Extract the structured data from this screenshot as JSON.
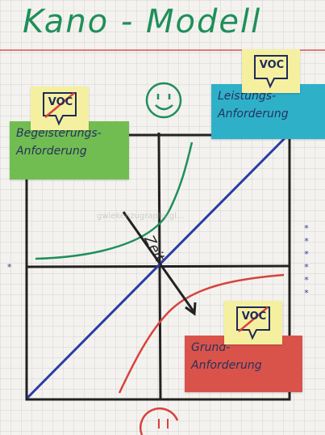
{
  "title": "Kano - Modell",
  "notes": {
    "leistung": [
      "Leistungs-",
      "Anforderung"
    ],
    "begeisterung": [
      "Begeisterungs-",
      "Anforderung"
    ],
    "grund": [
      "Grund-",
      "Anforderung"
    ]
  },
  "voc_label": "VOC",
  "zeit_label": "Zeit",
  "watermark": "gwiekenzugraphy.gl...",
  "stars_right": [
    "*",
    "*",
    "*",
    "*",
    "*",
    "*"
  ],
  "star_left": "*",
  "colors": {
    "title": "#1f8f5a",
    "blue_note": "#2eb0c9",
    "green_note": "#71bd52",
    "red_note": "#d9534b",
    "voc_note": "#f5f0a0",
    "diagonal": "#2c3aa6",
    "green_curve": "#1f8f5a",
    "red_curve": "#d8423d",
    "grid": "#222222"
  },
  "icons": [
    "smiley-icon",
    "speech-bubble-icon",
    "arrow-icon"
  ]
}
